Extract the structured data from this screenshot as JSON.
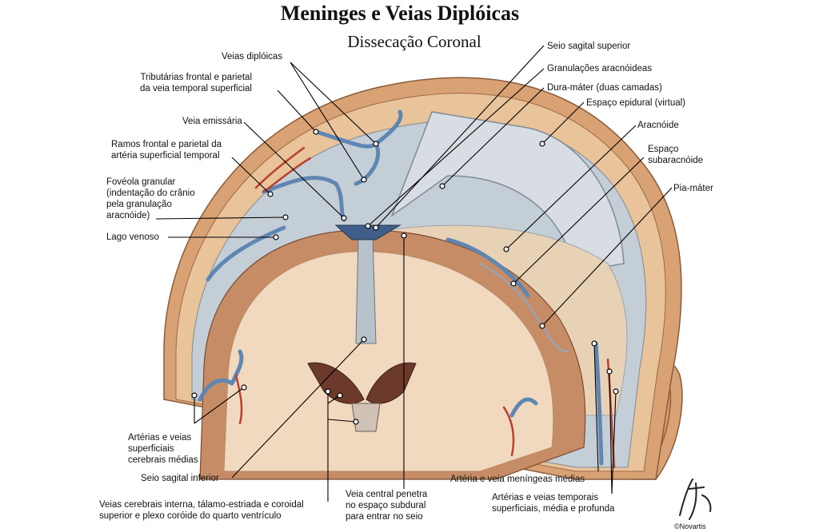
{
  "title": "Meninges e Veias Diplóicas",
  "subtitle": "Dissecação Coronal",
  "signature": "F. Netter",
  "copyright": "©Novartis",
  "labels_left": {
    "veias_diploicas": "Veias diplóicas",
    "tributarias": "Tributárias frontal e parietal\nda veia temporal superficial",
    "veia_emissaria": "Veia emissária",
    "ramos": "Ramos frontal e parietal da\nartéria superficial temporal",
    "foveola": "Fovéola granular\n(indentação do crânio\npela granulação\naracnóide)",
    "lago_venoso": "Lago venoso",
    "arterias_cerebrais": "Artérias e veias\nsuperficiais\ncerebrais médias",
    "seio_inferior": "Seio sagital inferior",
    "veias_internas": "Veias cerebrais interna, tálamo-estriada e coroidal\nsuperior e plexo coróide do quarto ventrículo"
  },
  "labels_right": {
    "seio_superior": "Seio sagital superior",
    "granulacoes": "Granulações aracnóideas",
    "dura": "Dura-máter (duas camadas)",
    "epidural": "Espaço epidural (virtual)",
    "aracnoide": "Aracnóide",
    "subaracnoide": "Espaço\nsubaracnóide",
    "pia": "Pia-máter",
    "meningeas": "Artéria e veia meníngeas médias",
    "temporais": "Artérias e veias temporais\nsuperficiais, média e profunda",
    "veia_central": "Veia central penetra\nno espaço subdural\npara entrar no seio"
  },
  "colors": {
    "skull": "#e9c39a",
    "scalp": "#d9a274",
    "cortex": "#c68c66",
    "white_matter": "#f1d9bf",
    "vein": "#5f86b3",
    "artery": "#b8402f",
    "dura": "#c4ced6",
    "leader": "#000000"
  }
}
